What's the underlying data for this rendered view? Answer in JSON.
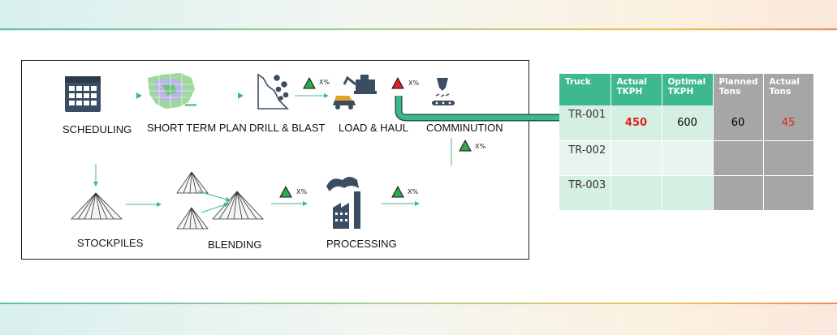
{
  "flow": {
    "scheduling": "SCHEDULING",
    "short_term_plan": "SHORT TERM PLAN",
    "drill_blast": "DRILL & BLAST",
    "load_haul": "LOAD & HAUL",
    "comminution": "COMMINUTION",
    "stockpiles": "STOCKPILES",
    "blending": "BLENDING",
    "processing": "PROCESSING",
    "delta_label": "X%"
  },
  "table": {
    "headers": {
      "truck": "Truck",
      "actual_tkph": "Actual TKPH",
      "optimal_tkph": "Optimal TKPH",
      "planned_tons": "Planned Tons",
      "actual_tons": "Actual Tons"
    },
    "rows": [
      {
        "truck": "TR-001",
        "actual_tkph": "450",
        "optimal_tkph": "600",
        "planned_tons": "60",
        "actual_tons": "45"
      },
      {
        "truck": "TR-002",
        "actual_tkph": "",
        "optimal_tkph": "",
        "planned_tons": "",
        "actual_tons": ""
      },
      {
        "truck": "TR-003",
        "actual_tkph": "",
        "optimal_tkph": "",
        "planned_tons": "",
        "actual_tons": ""
      }
    ]
  },
  "colors": {
    "accent_green": "#3db88f",
    "header_gray": "#a6a6a6",
    "alert_red": "#e02020",
    "icon_navy": "#3b4d63"
  }
}
